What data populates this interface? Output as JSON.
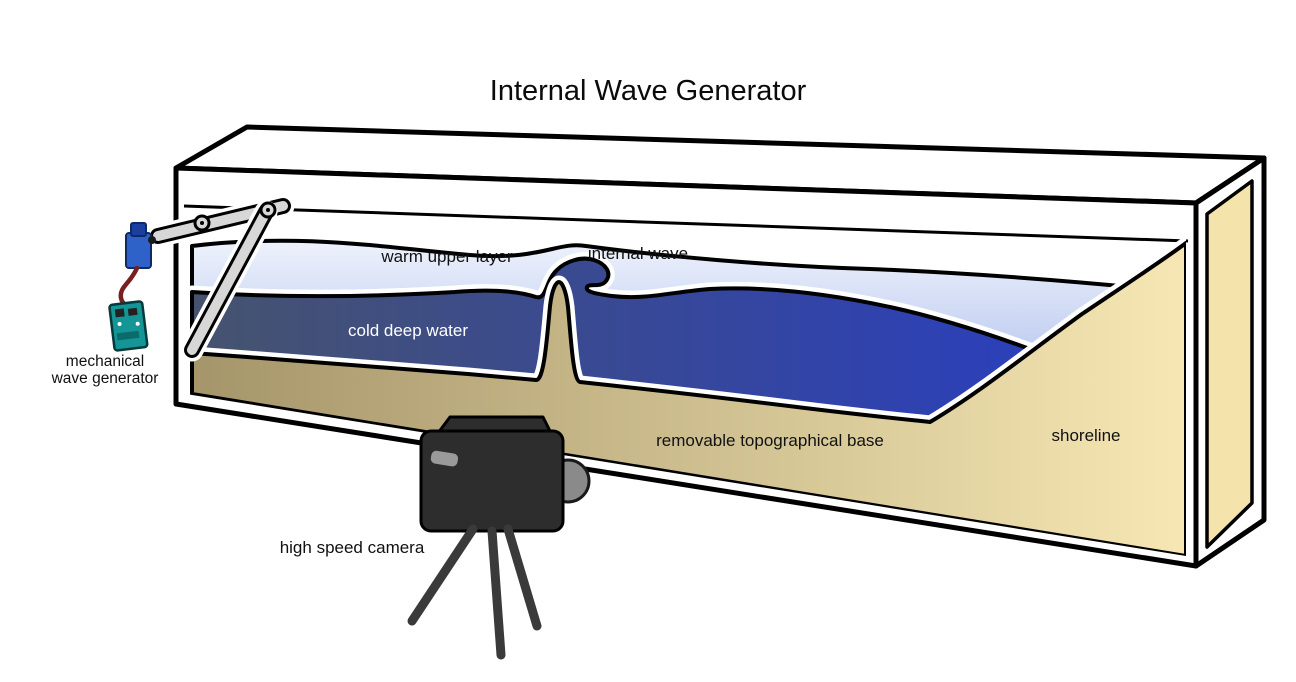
{
  "title": "Internal Wave Generator",
  "labels": {
    "warm_upper_layer": "warm upper layer",
    "internal_wave": "internal wave",
    "cold_deep_water": "cold deep water",
    "removable_topographical_base": "removable topographical base",
    "shoreline": "shoreline",
    "mechanical_wave_generator_line1": "mechanical",
    "mechanical_wave_generator_line2": "wave generator",
    "high_speed_camera": "high speed camera"
  },
  "colors": {
    "outline": "#000000",
    "warm_layer_top": "#eef2fc",
    "warm_layer_bottom": "#b7c7ee",
    "cold_water_left": "#46536e",
    "cold_water_right": "#2b3fbb",
    "base_left": "#a5956a",
    "base_right": "#f6e7b4",
    "end_panel_tan": "#f4e3ab",
    "camera_body": "#2d2d2d",
    "camera_lens": "#8a8a8a",
    "tripod_gray": "#3a3a3a",
    "servo_blue": "#2f62c9",
    "servo_cap_blue": "#1b3f9e",
    "wire_red": "#7a1f1f",
    "arduino_teal": "#149696",
    "linkage_gray": "#d7d7d7"
  }
}
